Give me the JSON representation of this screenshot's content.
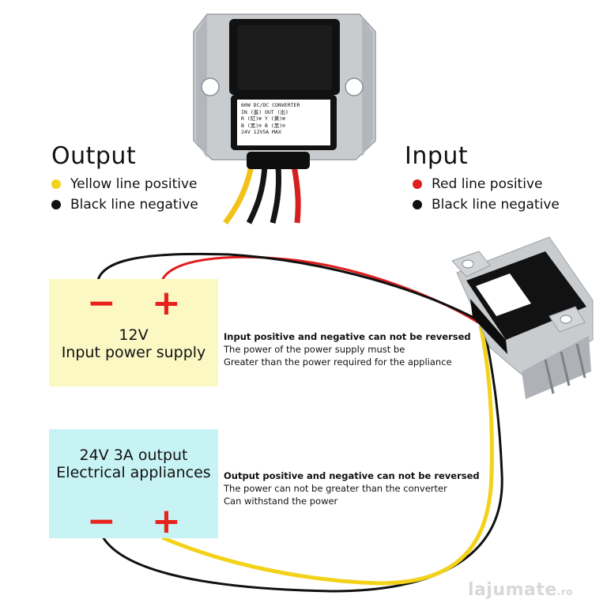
{
  "legend_output": {
    "title": "Output",
    "items": [
      {
        "label": "Yellow line positive",
        "color": "#f3d21a"
      },
      {
        "label": "Black line negative",
        "color": "#111111"
      }
    ]
  },
  "legend_input": {
    "title": "Input",
    "items": [
      {
        "label": "Red line positive",
        "color": "#e01e1e"
      },
      {
        "label": "Black line negative",
        "color": "#111111"
      }
    ]
  },
  "converter_label": {
    "title": "60W DC/DC CONVERTER",
    "row1": "IN (進)     OUT (出)",
    "row2": "R (紅)⊕     Y (黃)⊕",
    "row3": "B (黑)⊖     B (黑)⊖",
    "row4": "24V         12V5A MAX"
  },
  "input_box": {
    "minus": "−",
    "plus": "+",
    "line1": "12V",
    "line2": "Input power supply",
    "color": "#fbf8c4"
  },
  "output_box": {
    "line1": "24V 3A output",
    "line2": "Electrical appliances",
    "minus": "−",
    "plus": "+",
    "color": "#c8f3f5"
  },
  "input_note": {
    "bold": "Input positive and negative can not be reversed",
    "line1": "The power of the power supply must be",
    "line2": "Greater than the power required for the appliance"
  },
  "output_note": {
    "bold": "Output positive and negative can not be reversed",
    "line1": "The power can not be greater than the converter",
    "line2": "Can withstand the power"
  },
  "watermark": {
    "text": "lajumate",
    "suffix": ".ro"
  },
  "wire_colors": {
    "red": "#e01e1e",
    "black": "#111111",
    "yellow": "#f3d21a"
  }
}
